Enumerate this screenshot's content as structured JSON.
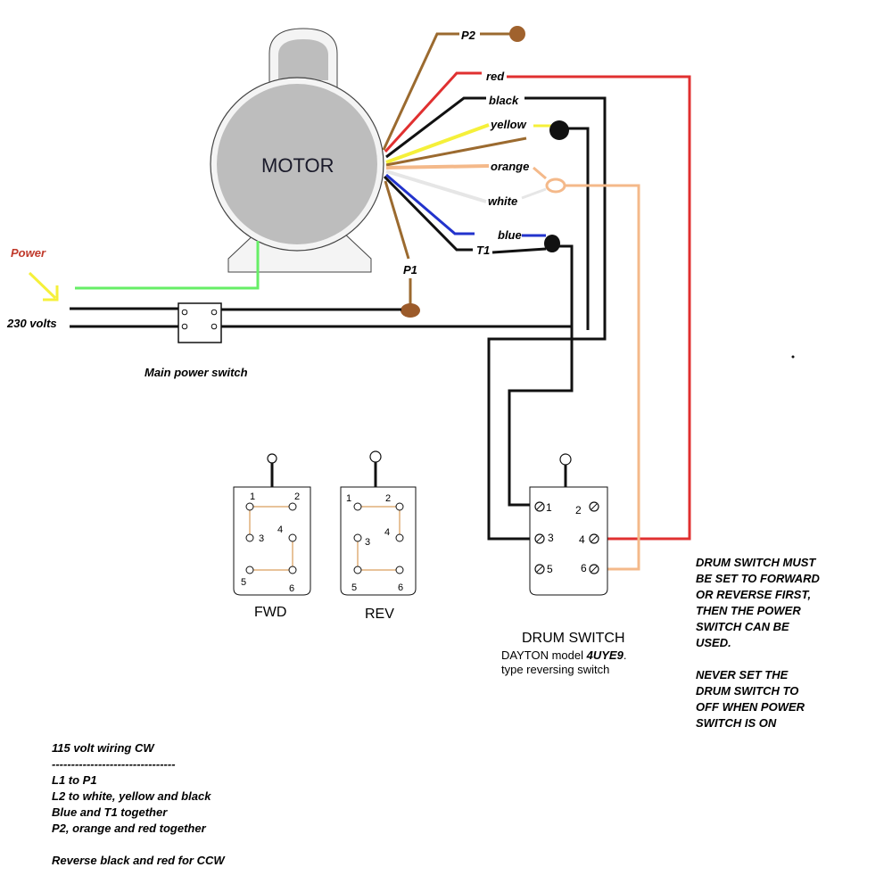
{
  "colors": {
    "red": "#e03030",
    "black": "#111111",
    "yellow": "#f5f03a",
    "brown": "#9b6a2f",
    "orange": "#f4b98a",
    "blue": "#2233cc",
    "white_wire": "#e8e8e8",
    "green": "#66ee66",
    "motor_fill": "#bdbdbd",
    "terminal_jumper": "#e8c39a"
  },
  "icons": {
    "motor": "motor-icon",
    "wire_nut": "wire-nut-icon",
    "terminal_screw": "terminal-screw-icon",
    "arrow": "arrow-icon"
  },
  "motor": {
    "label": "MOTOR"
  },
  "wires": {
    "p2": "P2",
    "red": "red",
    "black": "black",
    "yellow": "yellow",
    "orange": "orange",
    "white": "white",
    "blue": "blue",
    "t1": "T1",
    "p1": "P1"
  },
  "power": {
    "label": "Power",
    "voltage": "230 volts",
    "switch_label": "Main power switch"
  },
  "fwd": {
    "label": "FWD",
    "terminals": [
      "1",
      "2",
      "3",
      "4",
      "5",
      "6"
    ]
  },
  "rev": {
    "label": "REV",
    "terminals": [
      "1",
      "2",
      "3",
      "4",
      "5",
      "6"
    ]
  },
  "drum": {
    "label": "DRUM SWITCH",
    "model_prefix": "DAYTON model ",
    "model_number": "4UYE9",
    "model_suffix": ".",
    "type_line": "type reversing switch",
    "terminals": [
      "1",
      "2",
      "3",
      "4",
      "5",
      "6"
    ]
  },
  "warning": {
    "lines": [
      "DRUM SWITCH MUST",
      "BE SET TO FORWARD",
      "OR REVERSE FIRST,",
      "THEN THE POWER",
      "SWITCH CAN BE",
      "USED.",
      "",
      "NEVER SET THE",
      "DRUM SWITCH TO",
      "OFF WHEN POWER",
      "SWITCH IS ON"
    ]
  },
  "wiring_115": {
    "lines": [
      "115 volt wiring CW",
      "--------------------------------",
      "L1 to P1",
      "L2 to white, yellow and black",
      "Blue and T1 together",
      "P2, orange and red together",
      "",
      "Reverse black and red for CCW"
    ]
  }
}
